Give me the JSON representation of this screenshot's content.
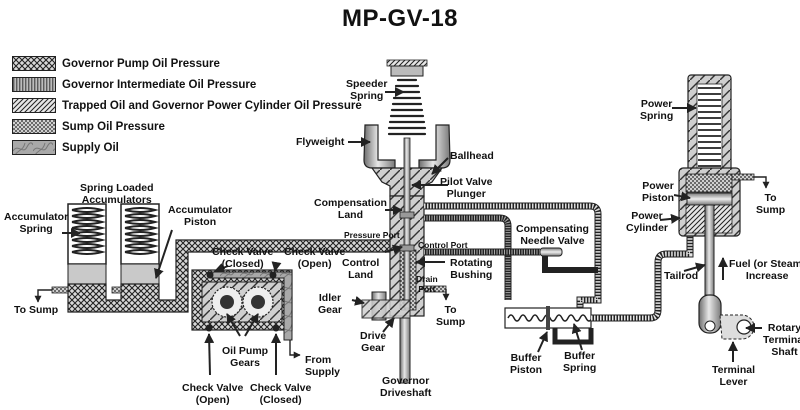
{
  "title": "MP-GV-18",
  "legend": [
    {
      "label": "Governor Pump Oil Pressure",
      "pattern": "crosshatch"
    },
    {
      "label": "Governor Intermediate Oil Pressure",
      "pattern": "vertical-lines"
    },
    {
      "label": "Trapped Oil and Governor Power Cylinder Oil Pressure",
      "pattern": "diagonal-lines"
    },
    {
      "label": "Sump Oil Pressure",
      "pattern": "dots"
    },
    {
      "label": "Supply Oil",
      "pattern": "swirl"
    }
  ],
  "labels": {
    "speeder_spring": "Speeder\nSpring",
    "flyweight": "Flyweight",
    "ballhead": "Ballhead",
    "pilot_valve_plunger": "Pilot Valve\nPlunger",
    "compensation_land": "Compensation\nLand",
    "pressure_port": "Pressure Port",
    "control_port": "Control Port",
    "control_land": "Control\nLand",
    "rotating_bushing": "Rotating\nBushing",
    "drain_port": "Drain\nPort",
    "to_sump_center": "To\nSump",
    "idler_gear": "Idler\nGear",
    "drive_gear": "Drive\nGear",
    "governor_driveshaft": "Governor\nDriveshaft",
    "spring_loaded_accumulators": "Spring Loaded\nAccumulators",
    "accumulator_spring": "Accumulator\nSpring",
    "accumulator_piston": "Accumulator\nPiston",
    "to_sump_left": "To Sump",
    "check_valve_closed_top": "Check Valve\n(Closed)",
    "check_valve_open_top": "Check Valve\n(Open)",
    "oil_pump_gears": "Oil Pump\nGears",
    "from_supply": "From\nSupply",
    "check_valve_open_bottom": "Check Valve\n(Open)",
    "check_valve_closed_bottom": "Check Valve\n(Closed)",
    "compensating_needle_valve": "Compensating\nNeedle Valve",
    "buffer_piston": "Buffer\nPiston",
    "buffer_spring": "Buffer\nSpring",
    "power_spring": "Power\nSpring",
    "power_piston": "Power\nPiston",
    "power_cylinder": "Power\nCylinder",
    "to_sump_right": "To\nSump",
    "tailrod": "Tailrod",
    "fuel_increase": "Fuel (or Steam)\nIncrease",
    "rotary_terminal_shaft": "Rotary\nTerminal\nShaft",
    "terminal_lever": "Terminal\nLever"
  }
}
